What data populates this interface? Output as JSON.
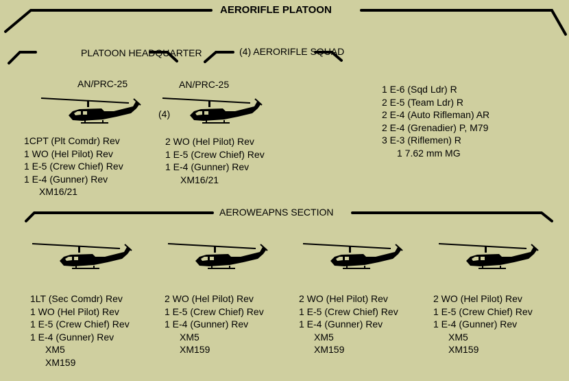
{
  "title": "AEROFIFLE PLATOON",
  "hq": {
    "title": "PLATOON HEADQUARTER",
    "radio1": "AN/PRC-25",
    "radio2": "AN/PRC-25",
    "count2": "(4)",
    "crew1": [
      "1CPT (Plt Comdr) Rev",
      "1 WO (Hel Pilot) Rev",
      "1 E-5 (Crew Chief) Rev",
      "1 E-4 (Gunner) Rev",
      "XM16/21"
    ],
    "crew2": [
      "2 WO (Hel Pilot) Rev",
      "1 E-5 (Crew Chief) Rev",
      "1 E-4 (Gunner) Rev",
      "XM16/21"
    ]
  },
  "squad": {
    "title": "(4) AERORIFLE SQUAD",
    "members": [
      "1 E-6 (Sqd Ldr) R",
      "2 E-5 (Team Ldr) R",
      "2 E-4 (Auto Rifleman) AR",
      "2 E-4 (Grenadier) P, M79",
      "3 E-3 (Riflemen) R",
      "1 7.62 mm MG"
    ]
  },
  "weapons": {
    "title": "AEROWEAPNS SECTION",
    "crews": [
      [
        "1LT (Sec Comdr) Rev",
        "1 WO (Hel Pilot) Rev",
        "1 E-5 (Crew Chief) Rev",
        "1 E-4 (Gunner) Rev",
        "XM5",
        "XM159"
      ],
      [
        "2 WO (Hel Pilot) Rev",
        "1 E-5 (Crew Chief) Rev",
        "1 E-4 (Gunner) Rev",
        "XM5",
        "XM159"
      ],
      [
        "2 WO (Hel Pilot) Rev",
        "1 E-5 (Crew Chief) Rev",
        "1 E-4 (Gunner) Rev",
        "XM5",
        "XM159"
      ],
      [
        "2 WO (Hel Pilot) Rev",
        "1 E-5 (Crew Chief) Rev",
        "1 E-4 (Gunner) Rev",
        "XM5",
        "XM159"
      ]
    ]
  }
}
